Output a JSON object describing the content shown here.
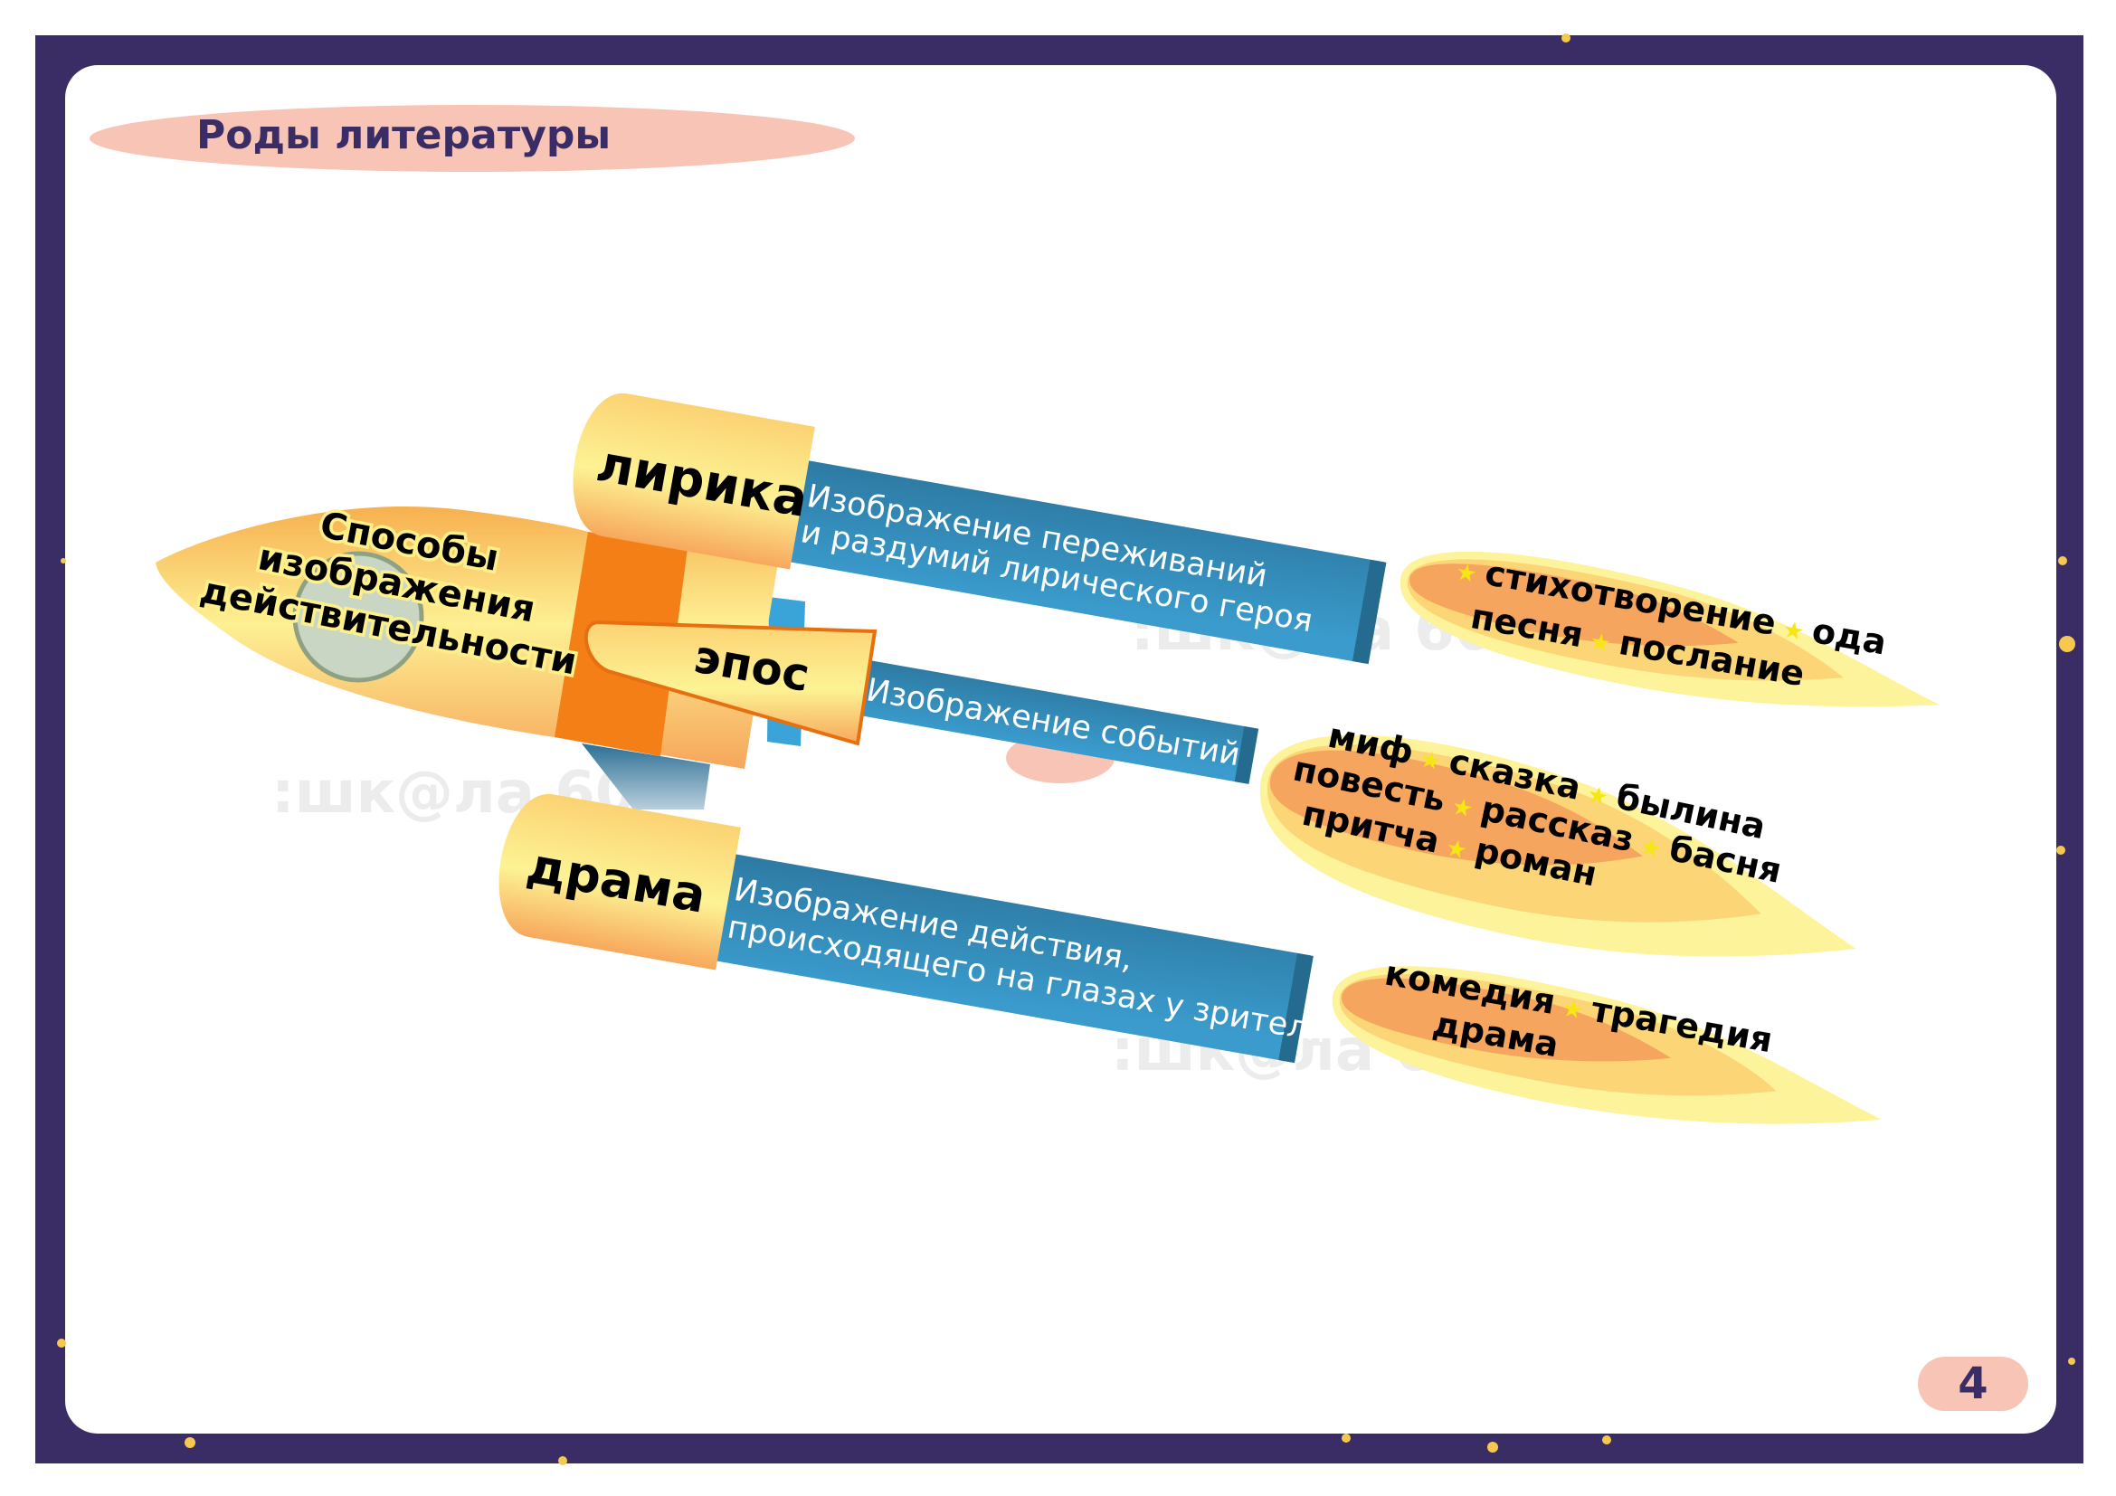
{
  "header": {
    "title": "Роды литературы"
  },
  "page_number": "4",
  "rocket": {
    "body_label": [
      "Способы",
      "изображения",
      "действительности"
    ],
    "branches": [
      {
        "name": "лирика",
        "description": [
          "Изображение переживаний",
          "и раздумий лирического героя"
        ],
        "genres": [
          [
            "стихотворение",
            "ода"
          ],
          [
            "песня",
            "послание"
          ]
        ]
      },
      {
        "name": "эпос",
        "description": [
          "Изображение событий"
        ],
        "genres": [
          [
            "миф",
            "сказка",
            "былина"
          ],
          [
            "повесть",
            "рассказ",
            "басня"
          ],
          [
            "притча",
            "роман"
          ]
        ]
      },
      {
        "name": "драма",
        "description": [
          "Изображение действия,",
          "происходящего на глазах у зрителя"
        ],
        "genres": [
          [
            "комедия",
            "трагедия"
          ],
          [
            "драма"
          ]
        ]
      }
    ]
  },
  "separator_icon": "star-icon",
  "watermark": ":шк@ла 60'",
  "colors": {
    "frame": "#3a2d66",
    "pill": "#f8c4b6",
    "bar": "#2f86b3",
    "orange": "#f47f17",
    "capsule": "#fbd577"
  }
}
